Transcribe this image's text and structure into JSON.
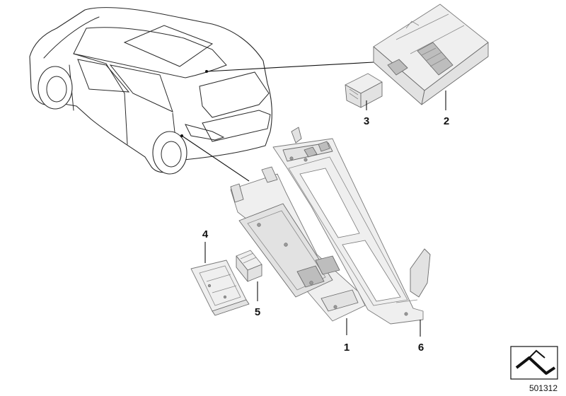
{
  "diagram": {
    "callouts": {
      "part1": "1",
      "part2": "2",
      "part3": "3",
      "part4": "4",
      "part5": "5",
      "part6": "6"
    },
    "document_number": "501312",
    "colors": {
      "ink": "#111111",
      "part_fill": "#e2e2e2",
      "part_stroke": "#6a6a6a"
    }
  }
}
